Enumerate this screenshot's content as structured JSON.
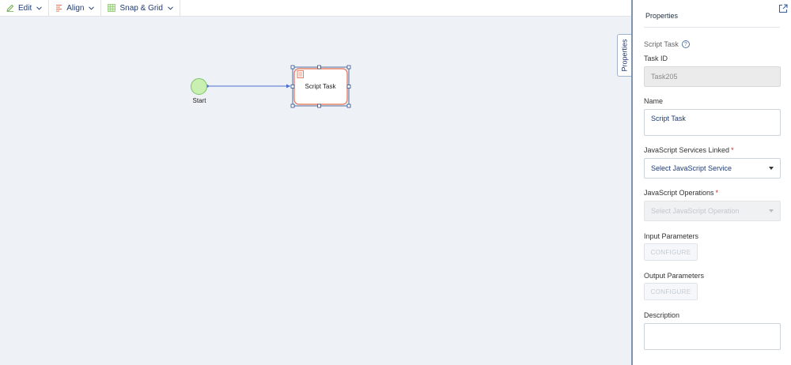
{
  "toolbar": {
    "edit_label": "Edit",
    "align_label": "Align",
    "snap_label": "Snap & Grid"
  },
  "diagram": {
    "start_label": "Start",
    "task_label": "Script Task"
  },
  "properties_tab": "Properties",
  "panel": {
    "title": "Properties",
    "subtitle": "Script Task",
    "help_glyph": "?",
    "task_id_label": "Task ID",
    "task_id_value": "Task205",
    "name_label": "Name",
    "name_value": "Script Task",
    "js_services_label": "JavaScript Services Linked",
    "js_services_value": "Select JavaScript Service",
    "js_operations_label": "JavaScript Operations",
    "js_operations_value": "Select JavaScript Operation",
    "required_mark": "*",
    "input_params_label": "Input Parameters",
    "input_configure": "CONFIGURE",
    "output_params_label": "Output Parameters",
    "output_configure": "CONFIGURE",
    "description_label": "Description",
    "description_value": ""
  },
  "colors": {
    "start_fill": "#c9f0b0",
    "start_stroke": "#7cc46a",
    "task_stroke": "#e4704f",
    "connector": "#4a6fd3",
    "selection": "#2b4f8a"
  },
  "icons": [
    "pencil-icon",
    "align-icon",
    "grid-icon",
    "chevron-down-icon",
    "help-icon",
    "popout-icon",
    "script-icon"
  ]
}
